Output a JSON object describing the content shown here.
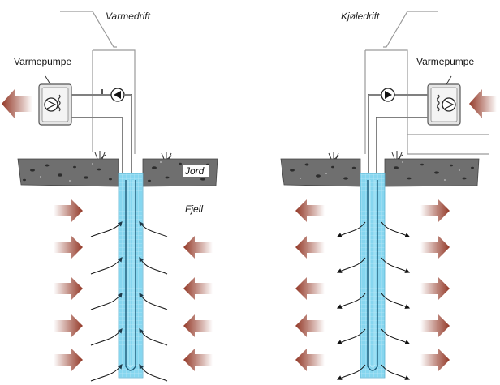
{
  "left_panel": {
    "mode_label": "Varmedrift",
    "pump_label": "Varmepumpe",
    "soil_label": "Jord",
    "rock_label": "Fjell",
    "heat_arrow_direction": "inward"
  },
  "right_panel": {
    "mode_label": "Kjøledrift",
    "pump_label": "Varmepumpe",
    "heat_arrow_direction": "outward"
  },
  "colors": {
    "heat_arrow": "#8e2f1d",
    "borehole_water": "#7fd3ee",
    "soil": "#6f6f6f",
    "pipe": "#555555"
  },
  "icons": [
    "heat-pump-icon",
    "circulation-pump-icon",
    "house-outline",
    "grass-tuft-icon"
  ]
}
